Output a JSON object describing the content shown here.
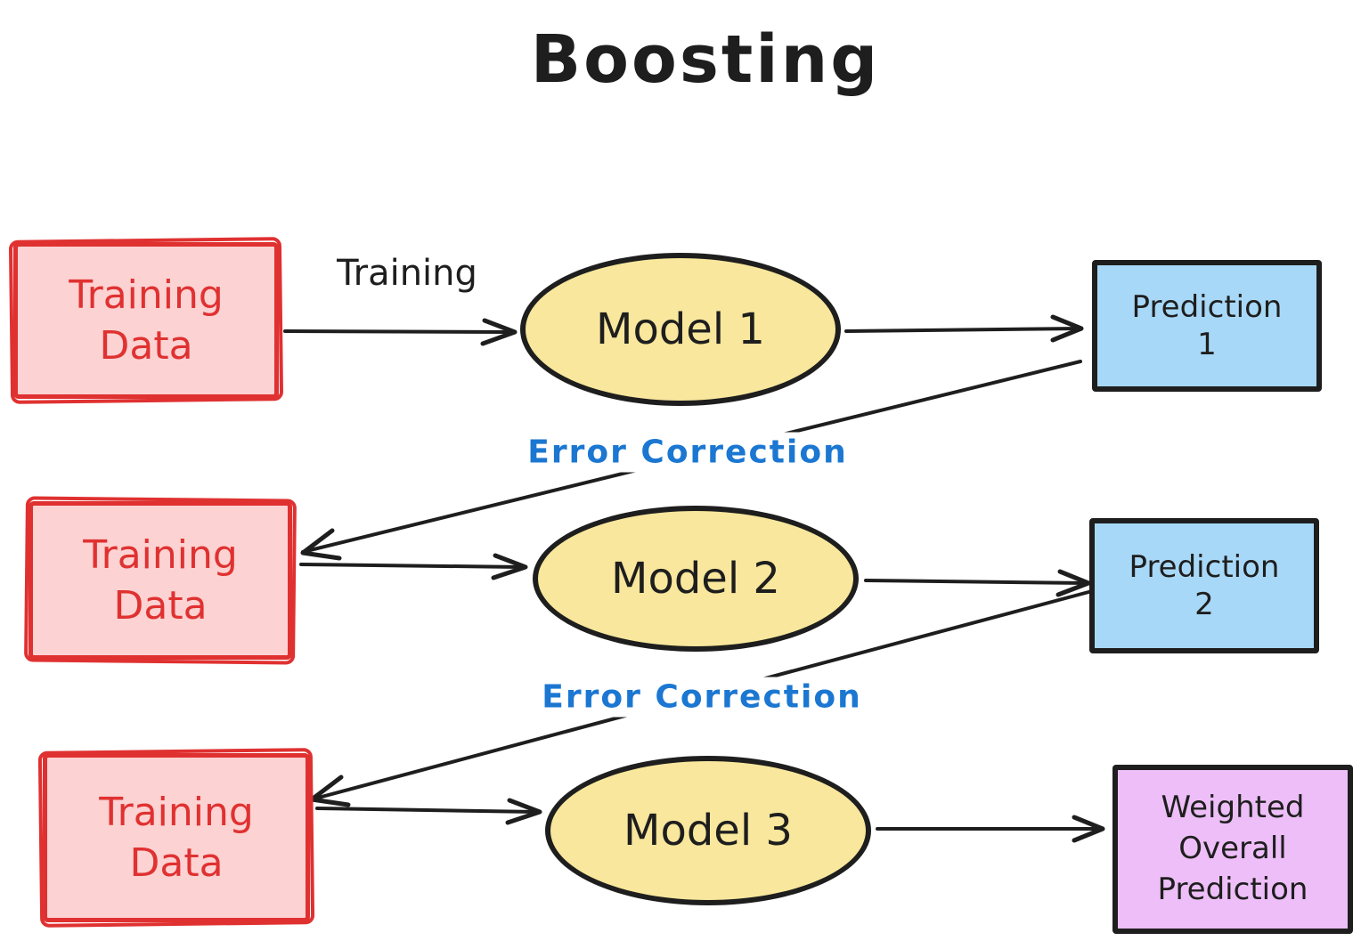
{
  "title": "Boosting",
  "nodes": {
    "training1": {
      "line1": "Training",
      "line2": "Data"
    },
    "training2": {
      "line1": "Training",
      "line2": "Data"
    },
    "training3": {
      "line1": "Training",
      "line2": "Data"
    },
    "model1": {
      "label": "Model 1"
    },
    "model2": {
      "label": "Model 2"
    },
    "model3": {
      "label": "Model 3"
    },
    "prediction1": {
      "line1": "Prediction",
      "line2": "1"
    },
    "prediction2": {
      "line1": "Prediction",
      "line2": "2"
    },
    "final": {
      "line1": "Weighted",
      "line2": "Overall",
      "line3": "Prediction"
    }
  },
  "edge_labels": {
    "training": "Training",
    "error_correction1": "Error Correction",
    "error_correction2": "Error Correction"
  },
  "colors": {
    "bg": "#ffffff",
    "ink": "#1e1e1e",
    "training_fill": "#fcd2d2",
    "training_stroke": "#e03131",
    "training_text": "#e03131",
    "model_fill": "#f8e79c",
    "model_stroke": "#1e1e1e",
    "prediction_fill": "#a8d8f7",
    "prediction_stroke": "#1e1e1e",
    "final_fill": "#edbef7",
    "final_stroke": "#1e1e1e",
    "edge": "#1e1e1e",
    "error_text": "#1b77d1"
  }
}
